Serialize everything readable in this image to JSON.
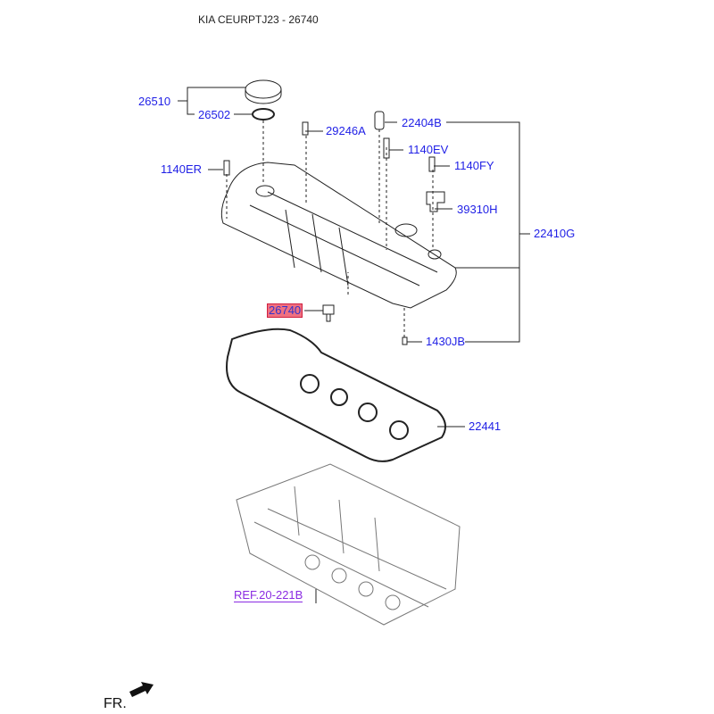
{
  "title": "KIA CEURPTJ23 - 26740",
  "parts": [
    {
      "id": "26510"
    },
    {
      "id": "26502"
    },
    {
      "id": "29246A"
    },
    {
      "id": "22404B"
    },
    {
      "id": "1140EV"
    },
    {
      "id": "1140FY"
    },
    {
      "id": "1140ER"
    },
    {
      "id": "39310H"
    },
    {
      "id": "22410G"
    },
    {
      "id": "26740",
      "highlighted": true
    },
    {
      "id": "1430JB"
    },
    {
      "id": "22441"
    }
  ],
  "reference": "REF.20-221B",
  "direction": "FR.",
  "colors": {
    "label": "#1f1fe6",
    "highlight": "#f07080",
    "reference": "#8a2be2"
  }
}
